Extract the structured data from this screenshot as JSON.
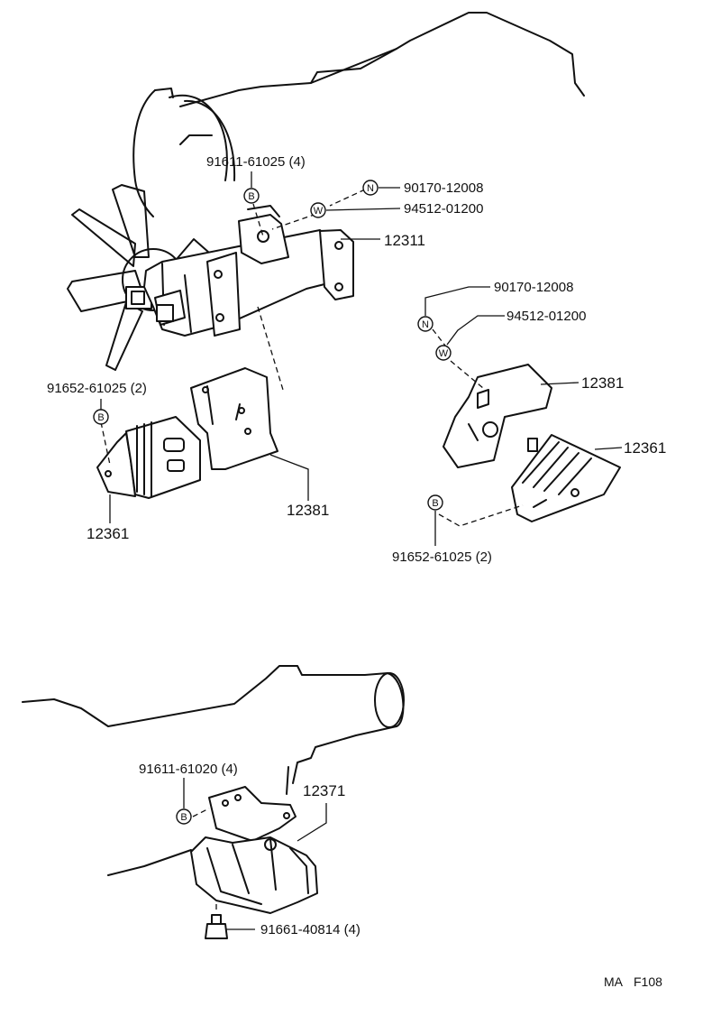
{
  "labels": {
    "bolt_top": "91611-61025 (4)",
    "nut_top": "90170-12008",
    "washer_top": "94512-01200",
    "crossmember": "12311",
    "nut_right": "90170-12008",
    "washer_right": "94512-01200",
    "bracket_right": "12381",
    "insulator_right": "12361",
    "bolt_right": "91652-61025 (2)",
    "bolt_left": "91652-61025 (2)",
    "insulator_left": "12361",
    "bracket_left": "12381",
    "bolt_rear": "91611-61020 (4)",
    "rear_mount": "12371",
    "bolt_bottom": "91661-40814 (4)"
  },
  "symbols": {
    "bolt": "B",
    "nut": "N",
    "washer": "W"
  },
  "footer": {
    "code": "MA",
    "page": "F108"
  }
}
